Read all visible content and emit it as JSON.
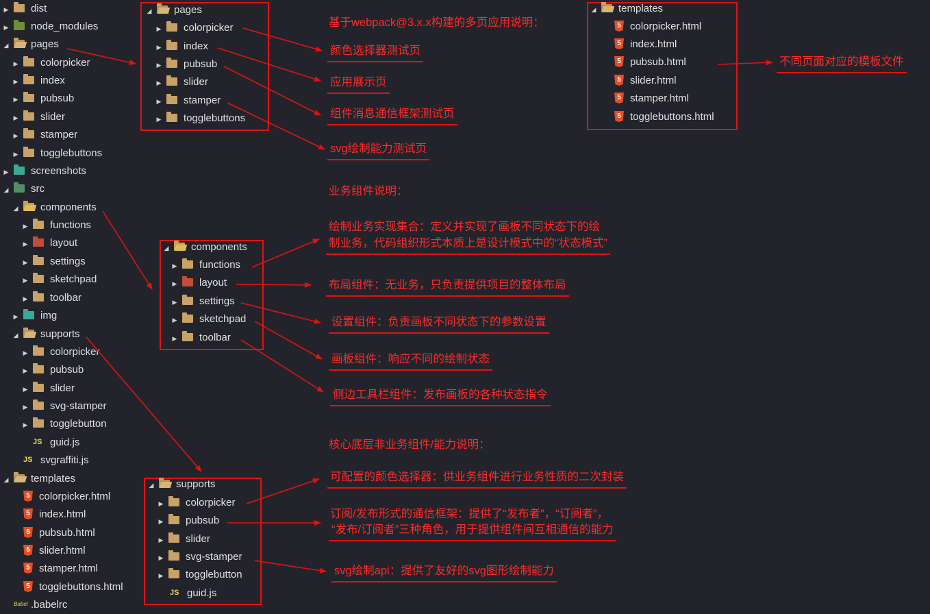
{
  "colors": {
    "background": "#23242b",
    "annotation": "#e01313",
    "text": "#e0e0e0",
    "folder": "#c9a267",
    "html5": "#e44d26",
    "js": "#e8d44d"
  },
  "tree": {
    "dist": "dist",
    "node_modules": "node_modules",
    "pages": "pages",
    "pages_children": [
      "colorpicker",
      "index",
      "pubsub",
      "slider",
      "stamper",
      "togglebuttons"
    ],
    "screenshots": "screenshots",
    "src": "src",
    "components": "components",
    "components_children": [
      "functions",
      "layout",
      "settings",
      "sketchpad",
      "toolbar"
    ],
    "img": "img",
    "supports": "supports",
    "supports_children": [
      "colorpicker",
      "pubsub",
      "slider",
      "svg-stamper",
      "togglebutton"
    ],
    "guid": "guid.js",
    "svgraffiti": "svgraffiti.js",
    "templates": "templates",
    "templates_children": [
      "colorpicker.html",
      "index.html",
      "pubsub.html",
      "slider.html",
      "stamper.html",
      "togglebuttons.html"
    ],
    "babelrc": ".babelrc"
  },
  "notes": {
    "heading_pages": "基于webpack@3.x.x构建的多页应用说明：",
    "colorpicker_page": "颜色选择器测试页",
    "index_page": "应用展示页",
    "pubsub_page": "组件消息通信框架测试页",
    "stamper_page": "svg绘制能力测试页",
    "templates_note": "不同页面对应的模板文件",
    "heading_components": "业务组件说明：",
    "functions_line1": "绘制业务实现集合：定义并实现了画板不同状态下的绘",
    "functions_line2": "制业务，代码组织形式本质上是设计模式中的“状态模式”",
    "layout_note": "布局组件：无业务，只负责提供项目的整体布局",
    "settings_note": "设置组件：负责画板不同状态下的参数设置",
    "sketchpad_note": "画板组件：响应不同的绘制状态",
    "toolbar_note": "侧边工具栏组件：发布画板的各种状态指令",
    "heading_supports": "核心底层非业务组件/能力说明：",
    "colorpicker_support": "可配置的颜色选择器：供业务组件进行业务性质的二次封装",
    "pubsub_line1": "订阅/发布形式的通信框架：提供了“发布者”，“订阅者”，",
    "pubsub_line2": "“发布/订阅者”三种角色，用于提供组件间互相通信的能力",
    "svg_stamper_note": "svg绘制api：提供了友好的svg图形绘制能力"
  }
}
